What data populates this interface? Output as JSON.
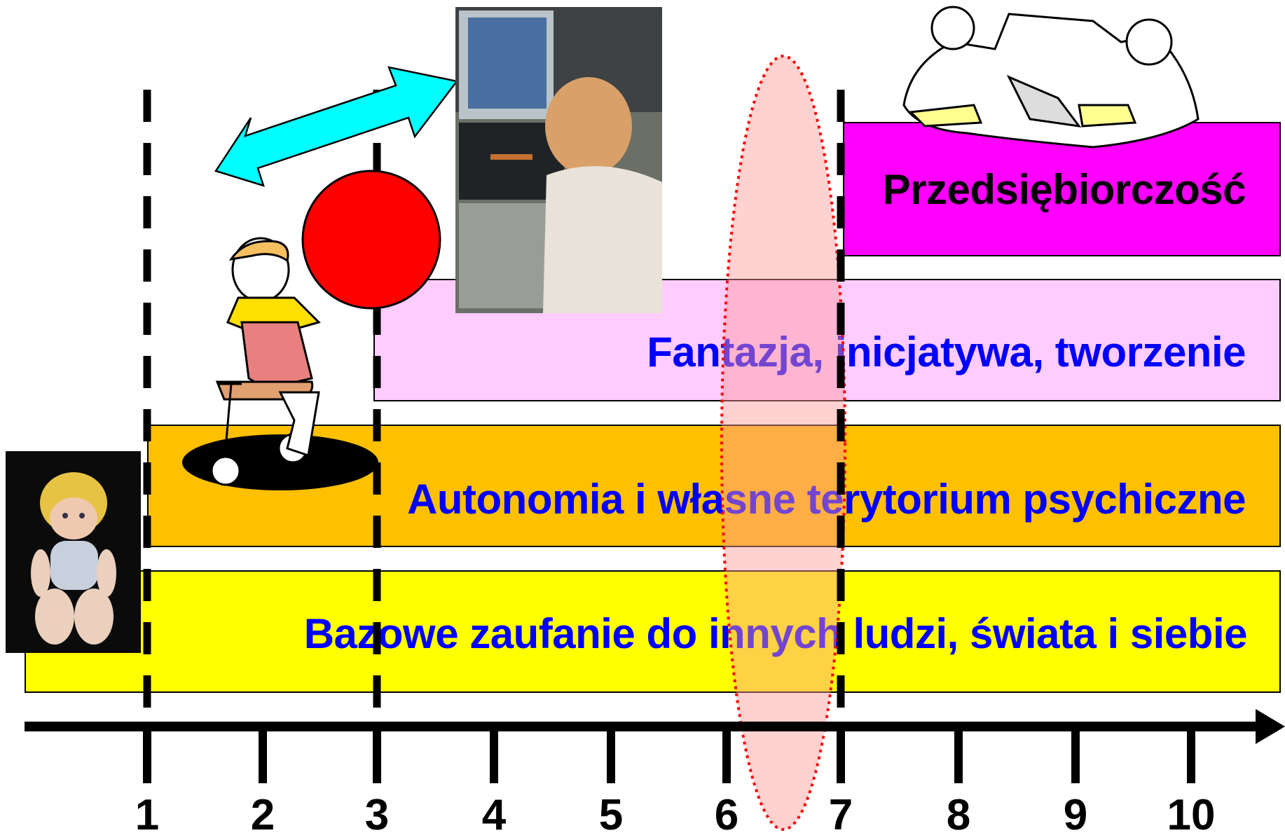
{
  "bands": [
    {
      "label": "Przedsiębiorczość",
      "fill": "#FF00FF",
      "text_color": "#000000"
    },
    {
      "label": "Fantazja, inicjatywa, tworzenie",
      "fill": "#FFCCFF",
      "text_color": "#0000FF"
    },
    {
      "label": "Autonomia i własne terytorium psychiczne",
      "fill": "#FFC000",
      "text_color": "#0000FF"
    },
    {
      "label": "Bazowe zaufanie do innych ludzi, świata i siebie",
      "fill": "#FFFF00",
      "text_color": "#0000FF"
    }
  ],
  "axis": {
    "ticks": [
      "1",
      "2",
      "3",
      "4",
      "5",
      "6",
      "7",
      "8",
      "9",
      "10"
    ],
    "dashed_markers": [
      "1",
      "3",
      "7"
    ]
  },
  "illustrations": {
    "doll": "doll-photo",
    "scooter_child": "child-on-scooter-clipart",
    "computer_child": "child-at-computer-photo",
    "business_team": "business-team-clipart"
  },
  "shapes": {
    "arrow_color": "#00FFFF",
    "circle_color": "#FF0000",
    "ellipse_fill": "#FF9999",
    "ellipse_border": "#FF0000"
  }
}
